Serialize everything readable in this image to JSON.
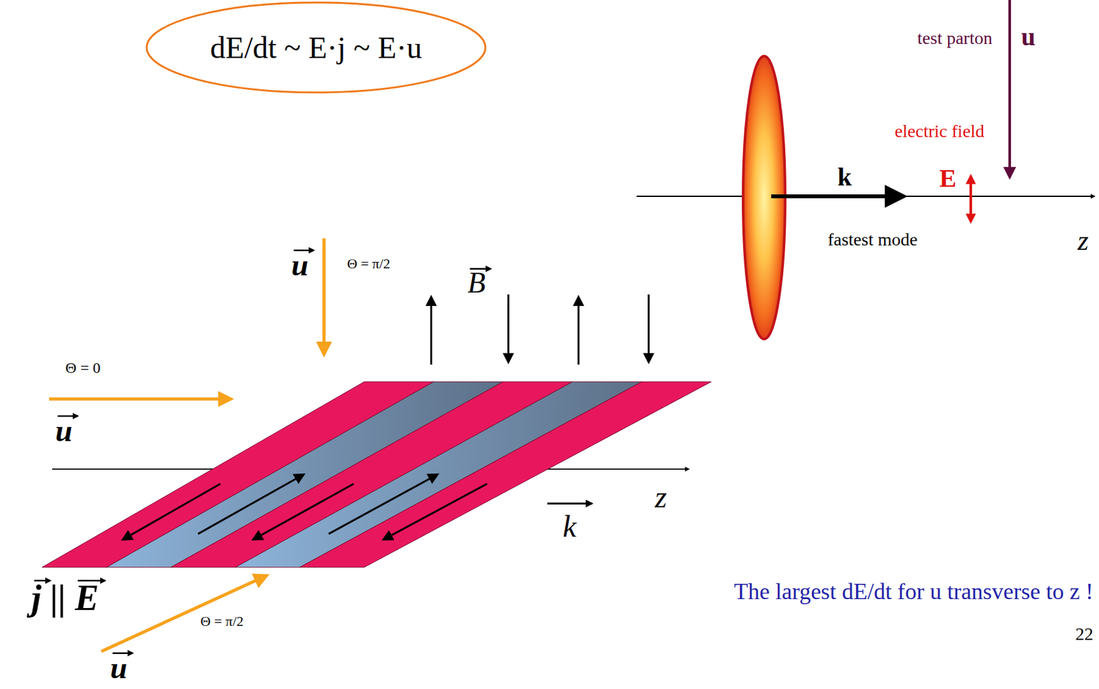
{
  "diagram": {
    "nodes": [
      {
        "text": [
          "dE/dt ~ E·j ~ E·u"
        ]
      }
    ],
    "labels": [
      "test parton",
      "u",
      "electric field",
      "E",
      "k",
      "fastest mode",
      "z",
      "u",
      "Θ = π/2",
      "B",
      "Θ = 0",
      "u",
      "z",
      "k",
      "j || E",
      "Θ = π/2",
      "u",
      "The largest dE/dt for u transverse to z !",
      "22"
    ]
  }
}
